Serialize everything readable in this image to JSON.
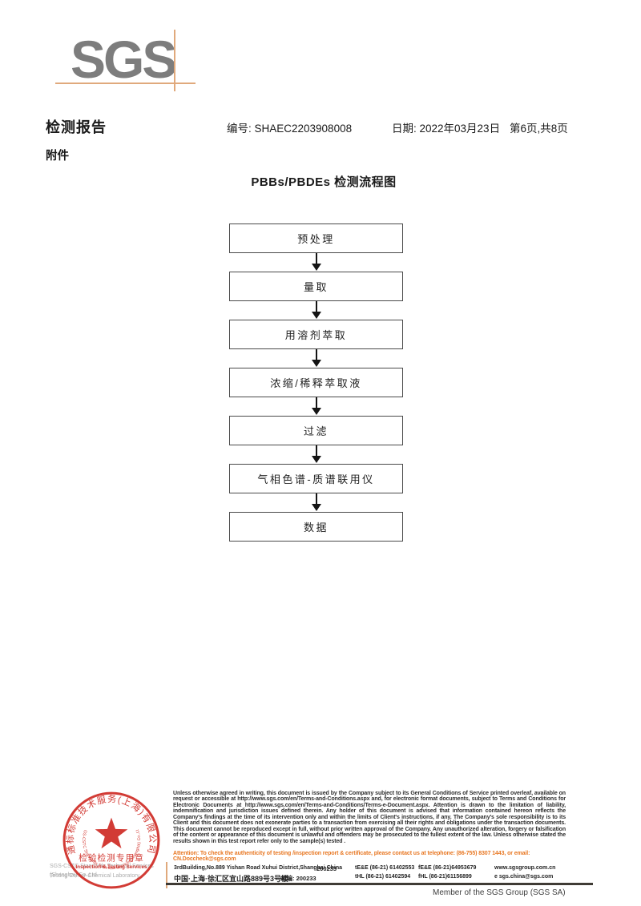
{
  "logo": {
    "text": "SGS"
  },
  "header": {
    "title": "检测报告",
    "report_no": "编号: SHAEC2203908008",
    "date": "日期: 2022年03月23日",
    "page": "第6页,共8页",
    "attachment": "附件"
  },
  "flowchart": {
    "title": "PBBs/PBDEs 检测流程图",
    "steps": [
      "预处理",
      "量取",
      "用溶剂萃取",
      "浓缩/稀释萃取液",
      "过滤",
      "气相色谱-质谱联用仪",
      "数据"
    ]
  },
  "stamp": {
    "ring_text_cn": "通标标准技术服务(上海)有限公司",
    "ring_text_en": "SGS-CSTC Standards Technical Services(Shanghai) Co.,Ltd",
    "center_line1": "检验检测专用章",
    "center_line2": "Inspection & Testing Services",
    "color": "#cf2b24"
  },
  "company": {
    "line1": "SGS-CSTC Standards Technical Services (Shanghai) Co.,Ltd.",
    "line2": "Testing Center-Chemical Laboratory."
  },
  "legal": {
    "paragraph": "Unless otherwise agreed in writing, this document is issued by the Company subject to its General Conditions of Service printed overleaf, available on request or accessible at http://www.sgs.com/en/Terms-and-Conditions.aspx and, for electronic format documents, subject to Terms and Conditions for Electronic Documents at http://www.sgs.com/en/Terms-and-Conditions/Terms-e-Document.aspx. Attention is drawn to the limitation of liability, indemnification and jurisdiction issues defined therein. Any holder of this document is advised that information contained hereon reflects the Company's findings at the time of its intervention only and within the limits of Client's instructions, if any. The Company's sole responsibility is to its Client and this document does not exonerate parties to a transaction from exercising all their rights and obligations under the transaction documents. This document cannot be reproduced except in full, without prior written approval of the Company. Any unauthorized alteration, forgery or falsification of the content or appearance of this document is unlawful and offenders may be prosecuted to the fullest extent of the law. Unless otherwise stated the results shown in this test report refer only to the sample(s) tested .",
    "attention": "Attention: To check the authenticity of testing /inspection report & certificate, please contact us at telephone: (86-755) 8307 1443, or email: CN.Doccheck@sgs.com"
  },
  "footer": {
    "address_en": "3rdBuilding,No.889 Yishan Road Xuhui District,Shanghai China",
    "postcode1": "200233",
    "tel1": "tE&E (86-21) 61402553",
    "fax1": "fE&E (86-21)64953679",
    "web": "www.sgsgroup.com.cn",
    "address_cn": "中国·上海·徐汇区宜山路889号3号楼",
    "postcode2": "邮编: 200233",
    "tel2": "tHL (86-21) 61402594",
    "fax2": "fHL (86-21)61156899",
    "email": "e  sgs.china@sgs.com",
    "member": "Member of the SGS Group (SGS SA)"
  },
  "colors": {
    "accent_orange": "#e87722",
    "crosshair_tan": "#e0a97c",
    "logo_gray": "#7d7d7d",
    "stamp_red": "#cf2b24"
  }
}
